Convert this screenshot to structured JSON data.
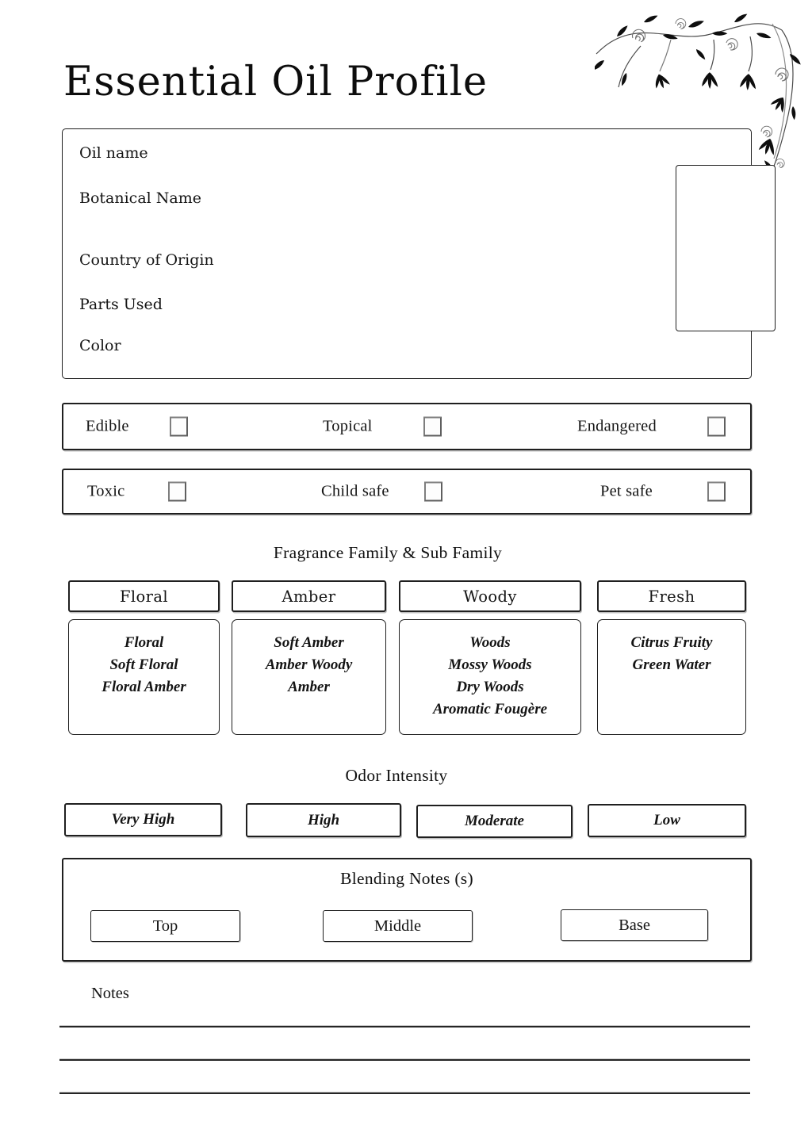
{
  "page": {
    "title": "Essential Oil Profile",
    "ink_color": "#1f1f1f",
    "checkbox_border_color": "#7e7e7e",
    "icons": {
      "corner_decoration": "floral-vine-ornament"
    }
  },
  "details": {
    "fields": [
      "Oil name",
      "Botanical Name",
      "Country of Origin",
      "Parts Used",
      "Color"
    ],
    "photo_placeholder": ""
  },
  "checkbox_rows": [
    {
      "items": [
        "Edible",
        "Topical",
        "Endangered"
      ]
    },
    {
      "items": [
        "Toxic",
        "Child safe",
        "Pet safe"
      ]
    }
  ],
  "fragrance": {
    "heading": "Fragrance Family & Sub Family",
    "families": [
      {
        "label": "Floral",
        "subs": [
          "Floral",
          "Soft Floral",
          "Floral Amber"
        ]
      },
      {
        "label": "Amber",
        "subs": [
          "Soft Amber",
          "Amber Woody",
          "Amber"
        ]
      },
      {
        "label": "Woody",
        "subs": [
          "Woods",
          "Mossy Woods",
          "Dry Woods",
          "Aromatic Fougère"
        ]
      },
      {
        "label": "Fresh",
        "subs": [
          "Citrus Fruity",
          "Green Water"
        ]
      }
    ]
  },
  "odor": {
    "heading": "Odor Intensity",
    "levels": [
      "Very High",
      "High",
      "Moderate",
      "Low"
    ]
  },
  "blending": {
    "heading": "Blending Notes (s)",
    "notes": [
      "Top",
      "Middle",
      "Base"
    ]
  },
  "notes": {
    "label": "Notes",
    "line_count": 3
  }
}
